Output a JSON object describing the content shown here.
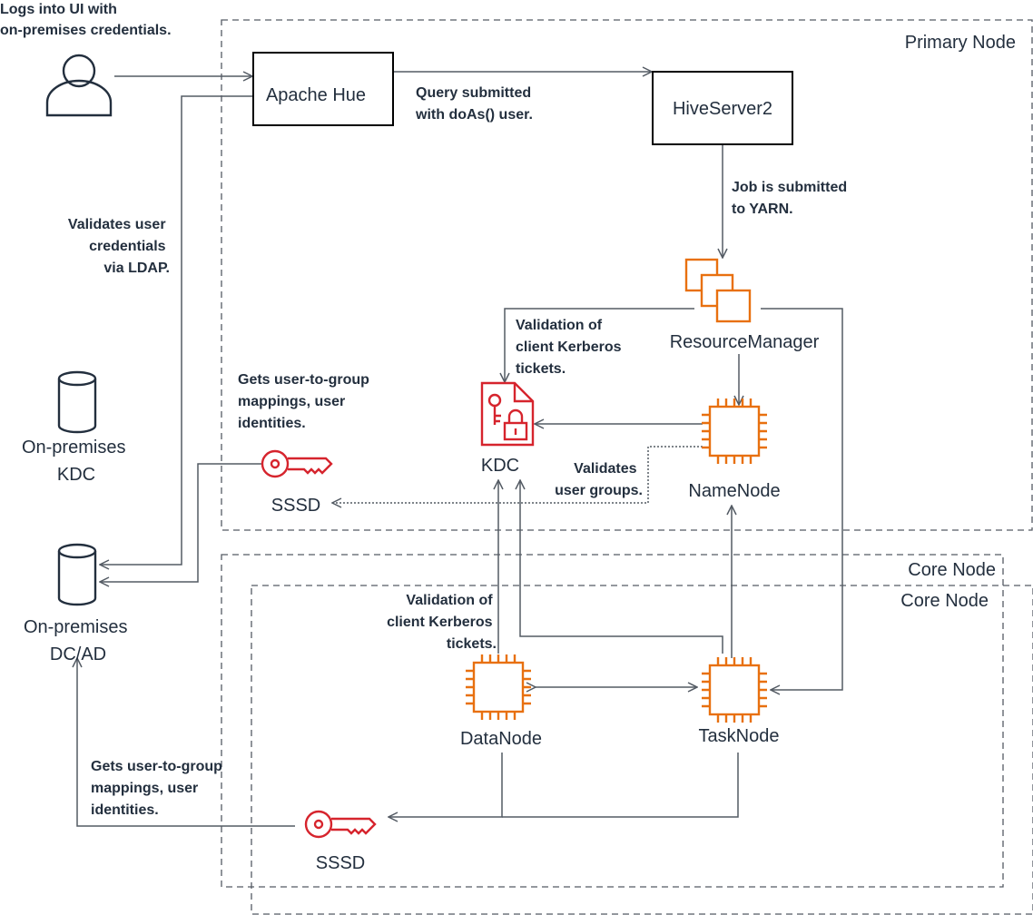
{
  "zones": {
    "primary": "Primary Node",
    "core_outer": "Core Node",
    "core_inner": "Core Node"
  },
  "nodes": {
    "hue": "Apache Hue",
    "hiveserver": "HiveServer2",
    "resourcemanager": "ResourceManager",
    "kdc": "KDC",
    "namenode": "NameNode",
    "sssd_primary": "SSSD",
    "onprem_kdc": [
      "On-premises",
      "KDC"
    ],
    "onprem_dcad": [
      "On-premises",
      "DC/AD"
    ],
    "datanode": "DataNode",
    "tasknode": "TaskNode",
    "sssd_core": "SSSD"
  },
  "notes": {
    "login": [
      "Logs into UI with",
      "on-premises credentials."
    ],
    "query": [
      "Query submitted",
      "with doAs() user."
    ],
    "yarn": [
      "Job is submitted",
      "to YARN."
    ],
    "ldap": [
      "Validates user",
      "credentials",
      "via LDAP."
    ],
    "kerberos_primary": [
      "Validation of",
      "client Kerberos",
      "tickets."
    ],
    "groups_primary": [
      "Gets user-to-group",
      "mappings, user",
      "identities."
    ],
    "validates_groups": [
      "Validates",
      "user groups."
    ],
    "kerberos_core": [
      "Validation of",
      "client Kerberos",
      "tickets."
    ],
    "groups_core": [
      "Gets user-to-group",
      "mappings, user",
      "identities."
    ]
  },
  "icons": {
    "user": "user-icon",
    "database": "database-icon",
    "key": "key-icon",
    "kdc": "kdc-lock-icon",
    "chip": "chip-icon",
    "stack": "stacked-squares-icon"
  },
  "colors": {
    "accent_orange": "#e8700f",
    "security_red": "#d6242d",
    "text": "#232f3e",
    "line": "#545b64"
  }
}
